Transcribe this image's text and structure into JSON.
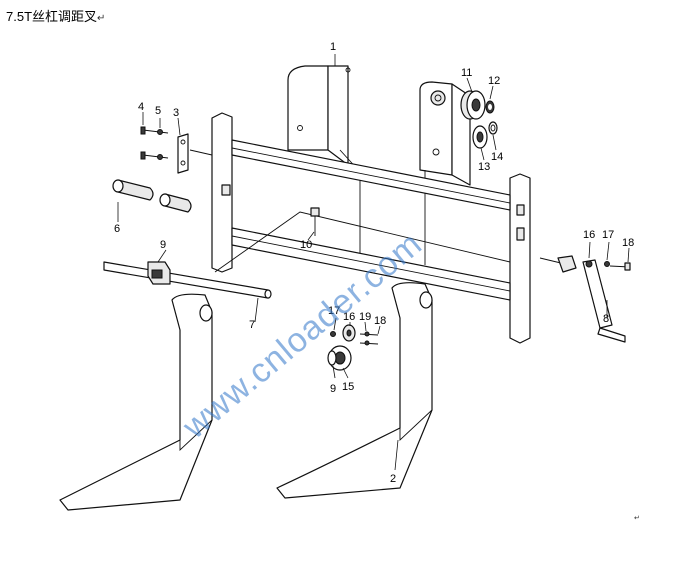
{
  "title": "7.5T丝杠调距叉",
  "title_wavy_part": "叉",
  "paragraph_mark": "↵",
  "watermark": "www.cnloader.com",
  "callouts": {
    "p1": "1",
    "p2": "2",
    "p3": "3",
    "p4": "4",
    "p5": "5",
    "p6": "6",
    "p7": "7",
    "p8": "8",
    "p9a": "9",
    "p9b": "9",
    "p10": "10",
    "p11": "11",
    "p12": "12",
    "p13": "13",
    "p14": "14",
    "p15": "15",
    "p16a": "16",
    "p16b": "16",
    "p17a": "17",
    "p17b": "17",
    "p18a": "18",
    "p18b": "18",
    "p19": "19"
  },
  "colors": {
    "watermark": "#2f74c8",
    "title_underline": "#d00000",
    "line": "#111111"
  }
}
